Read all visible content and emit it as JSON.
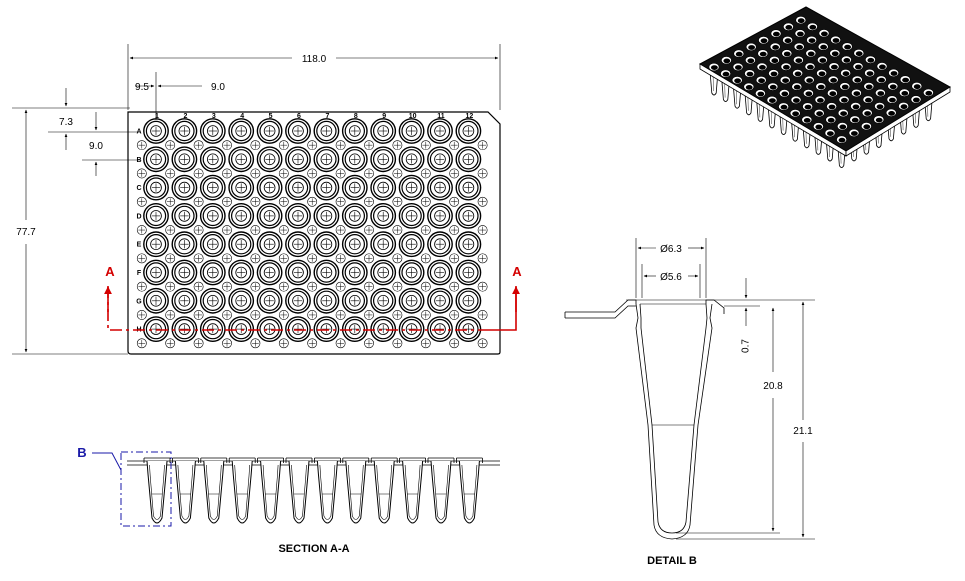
{
  "plate": {
    "columns": [
      "1",
      "2",
      "3",
      "4",
      "5",
      "6",
      "7",
      "8",
      "9",
      "10",
      "11",
      "12"
    ],
    "rows": [
      "A",
      "B",
      "C",
      "D",
      "E",
      "F",
      "G",
      "H"
    ]
  },
  "dimensions": {
    "width": "118.0",
    "height": "77.7",
    "col_offset": "9.5",
    "col_pitch": "9.0",
    "row_offset": "7.3",
    "row_pitch": "9.0",
    "outer_dia": "Ø6.3",
    "inner_dia": "Ø5.6",
    "rim": "0.7",
    "depth": "20.8",
    "total": "21.1"
  },
  "section": {
    "marker": "A",
    "caption": "SECTION A-A"
  },
  "detail": {
    "marker": "B",
    "caption": "DETAIL B"
  },
  "colors": {
    "section_line": "#d40000",
    "detail_marker": "#1a1aa8",
    "drawing": "#000000"
  }
}
